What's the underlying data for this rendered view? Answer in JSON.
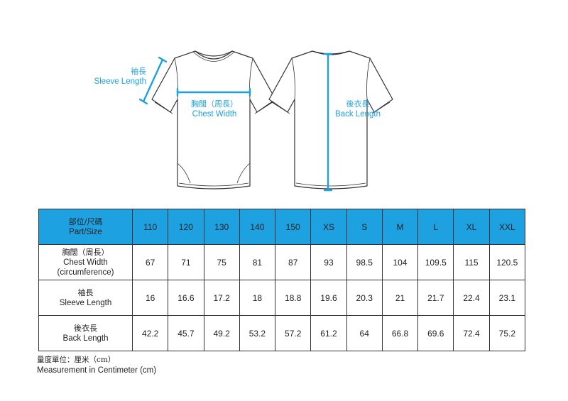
{
  "diagram": {
    "sleeve_label_zh": "袖長",
    "sleeve_label_en": "Sleeve Length",
    "chest_label_zh": "胸闊（周長）",
    "chest_label_en": "Chest Width",
    "back_label_zh": "後衣長",
    "back_label_en": "Back Length",
    "accent_color": "#1da1e0"
  },
  "table": {
    "header_part_zh": "部位/尺碼",
    "header_part_en": "Part/Size",
    "sizes": [
      "110",
      "120",
      "130",
      "140",
      "150",
      "XS",
      "S",
      "M",
      "L",
      "XL",
      "XXL"
    ],
    "rows": [
      {
        "label_zh": "胸闊（周長）",
        "label_en": "Chest Width",
        "label_en2": "(circumference)",
        "values": [
          "67",
          "71",
          "75",
          "81",
          "87",
          "93",
          "98.5",
          "104",
          "109.5",
          "115",
          "120.5"
        ]
      },
      {
        "label_zh": "袖長",
        "label_en": "Sleeve Length",
        "label_en2": "",
        "values": [
          "16",
          "16.6",
          "17.2",
          "18",
          "18.8",
          "19.6",
          "20.3",
          "21",
          "21.7",
          "22.4",
          "23.1"
        ]
      },
      {
        "label_zh": "後衣長",
        "label_en": "Back Length",
        "label_en2": "",
        "values": [
          "42.2",
          "45.7",
          "49.2",
          "53.2",
          "57.2",
          "61.2",
          "64",
          "66.8",
          "69.6",
          "72.4",
          "75.2"
        ]
      }
    ],
    "header_color": "#1da1e0"
  },
  "footer": {
    "unit_zh": "量度單位：厘米（cm）",
    "unit_en": "Measurement in Centimeter (cm)"
  }
}
